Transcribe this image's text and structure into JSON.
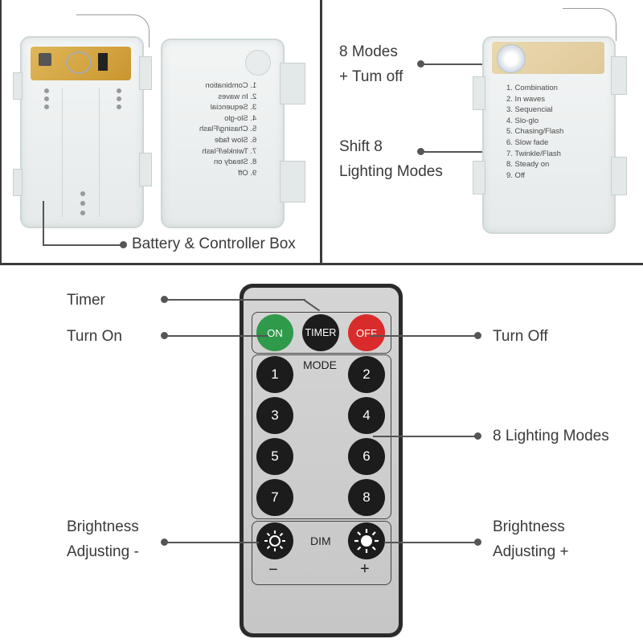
{
  "top_left": {
    "caption": "Battery & Controller Box",
    "lid_modes": [
      "1. Combination",
      "2. In waves",
      "3. Sequencial",
      "4. Slo-glo",
      "5. Chasing/Flash",
      "6. Slow fade",
      "7. Twinkle/Flash",
      "8. Steady on",
      "9. Off"
    ]
  },
  "top_right": {
    "callout_button": [
      "8 Modes",
      "+ Tum off"
    ],
    "callout_modes": [
      "Shift 8",
      "Lighting Modes"
    ],
    "lid_modes": [
      "1. Combination",
      "2. In waves",
      "3. Sequencial",
      "4. Slo-glo",
      "5. Chasing/Flash",
      "6. Slow fade",
      "7. Twinkle/Flash",
      "8. Steady on",
      "9. Off"
    ]
  },
  "remote": {
    "buttons": {
      "on": "ON",
      "timer": "TIMER",
      "off": "OFF"
    },
    "mode_label": "MODE",
    "numbers": [
      "1",
      "2",
      "3",
      "4",
      "5",
      "6",
      "7",
      "8"
    ],
    "dim_label": "DIM",
    "minus": "−",
    "plus": "+"
  },
  "callouts": {
    "timer": "Timer",
    "turn_on": "Turn On",
    "turn_off": "Turn Off",
    "lighting_modes": "8 Lighting Modes",
    "brightness_minus": [
      "Brightness",
      "Adjusting -"
    ],
    "brightness_plus": [
      "Brightness",
      "Adjusting +"
    ]
  }
}
